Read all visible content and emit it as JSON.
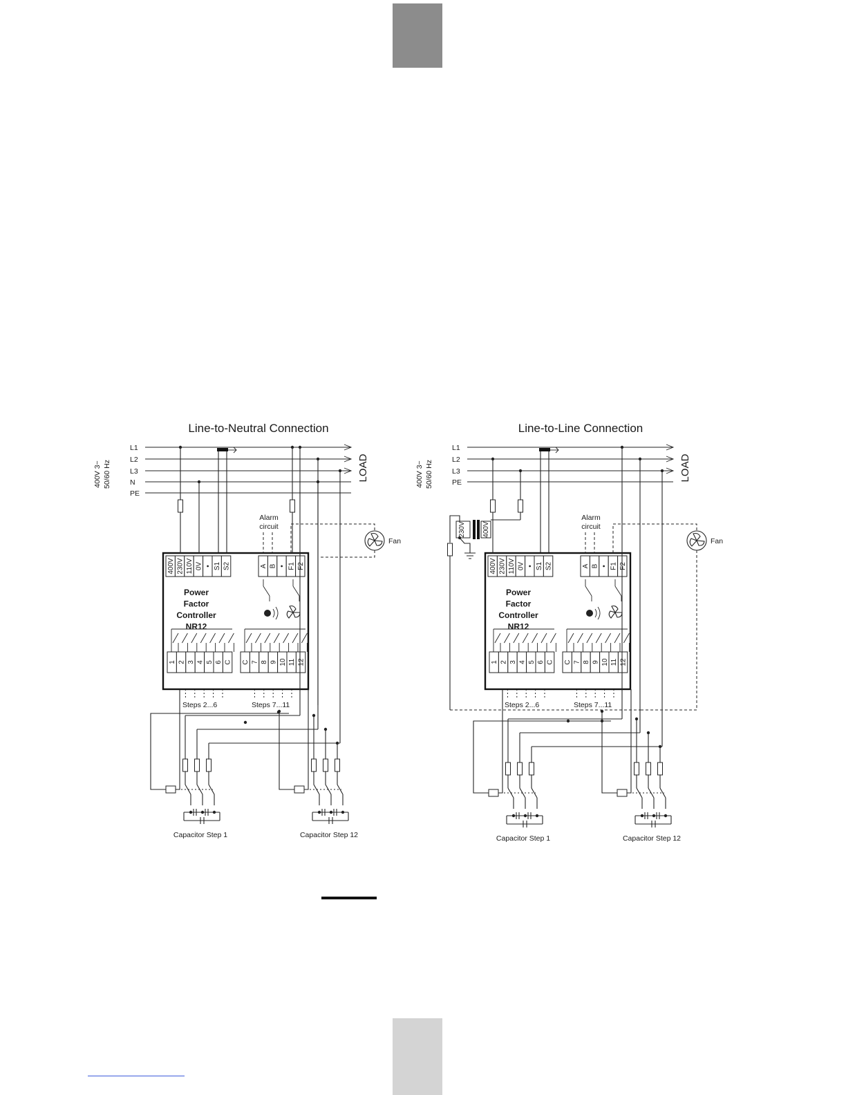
{
  "colors": {
    "tab_top": "#8c8c8c",
    "tab_bottom": "#d4d4d4",
    "footer_link": "#3b5bdb",
    "line": "#222222"
  },
  "left": {
    "title": "Line-to-Neutral Connection",
    "supply": [
      "400V 3~",
      "50/60 Hz"
    ],
    "lines": [
      "L1",
      "L2",
      "L3",
      "N",
      "PE"
    ],
    "load": "LOAD",
    "alarm": [
      "Alarm",
      "circuit"
    ],
    "fan": "Fan",
    "controller": [
      "Power",
      "Factor",
      "Controller",
      "NR12"
    ],
    "power_terminals": [
      "400V",
      "230V",
      "110V",
      "0V",
      "•",
      "S1",
      "S2"
    ],
    "relay_terminals": [
      "A",
      "B",
      "•",
      "F1",
      "F2"
    ],
    "steps_left_terminals": [
      "1",
      "2",
      "3",
      "4",
      "5",
      "6",
      "C"
    ],
    "steps_right_terminals": [
      "C",
      "7",
      "8",
      "9",
      "10",
      "11",
      "12"
    ],
    "steps_a": "Steps 2...6",
    "steps_b": "Steps 7...11",
    "cap1": "Capacitor Step 1",
    "cap12": "Capacitor Step 12"
  },
  "right": {
    "title": "Line-to-Line Connection",
    "supply": [
      "400V 3~",
      "50/60 Hz"
    ],
    "lines": [
      "L1",
      "L2",
      "L3",
      "PE"
    ],
    "load": "LOAD",
    "transformer": [
      "230V",
      "400V"
    ],
    "alarm": [
      "Alarm",
      "circuit"
    ],
    "fan": "Fan",
    "controller": [
      "Power",
      "Factor",
      "Controller",
      "NR12"
    ],
    "power_terminals": [
      "400V",
      "230V",
      "110V",
      "0V",
      "•",
      "S1",
      "S2"
    ],
    "relay_terminals": [
      "A",
      "B",
      "•",
      "F1",
      "F2"
    ],
    "steps_left_terminals": [
      "1",
      "2",
      "3",
      "4",
      "5",
      "6",
      "C"
    ],
    "steps_right_terminals": [
      "C",
      "7",
      "8",
      "9",
      "10",
      "11",
      "12"
    ],
    "steps_a": "Steps 2...6",
    "steps_b": "Steps 7...11",
    "cap1": "Capacitor Step 1",
    "cap12": "Capacitor Step 12"
  }
}
